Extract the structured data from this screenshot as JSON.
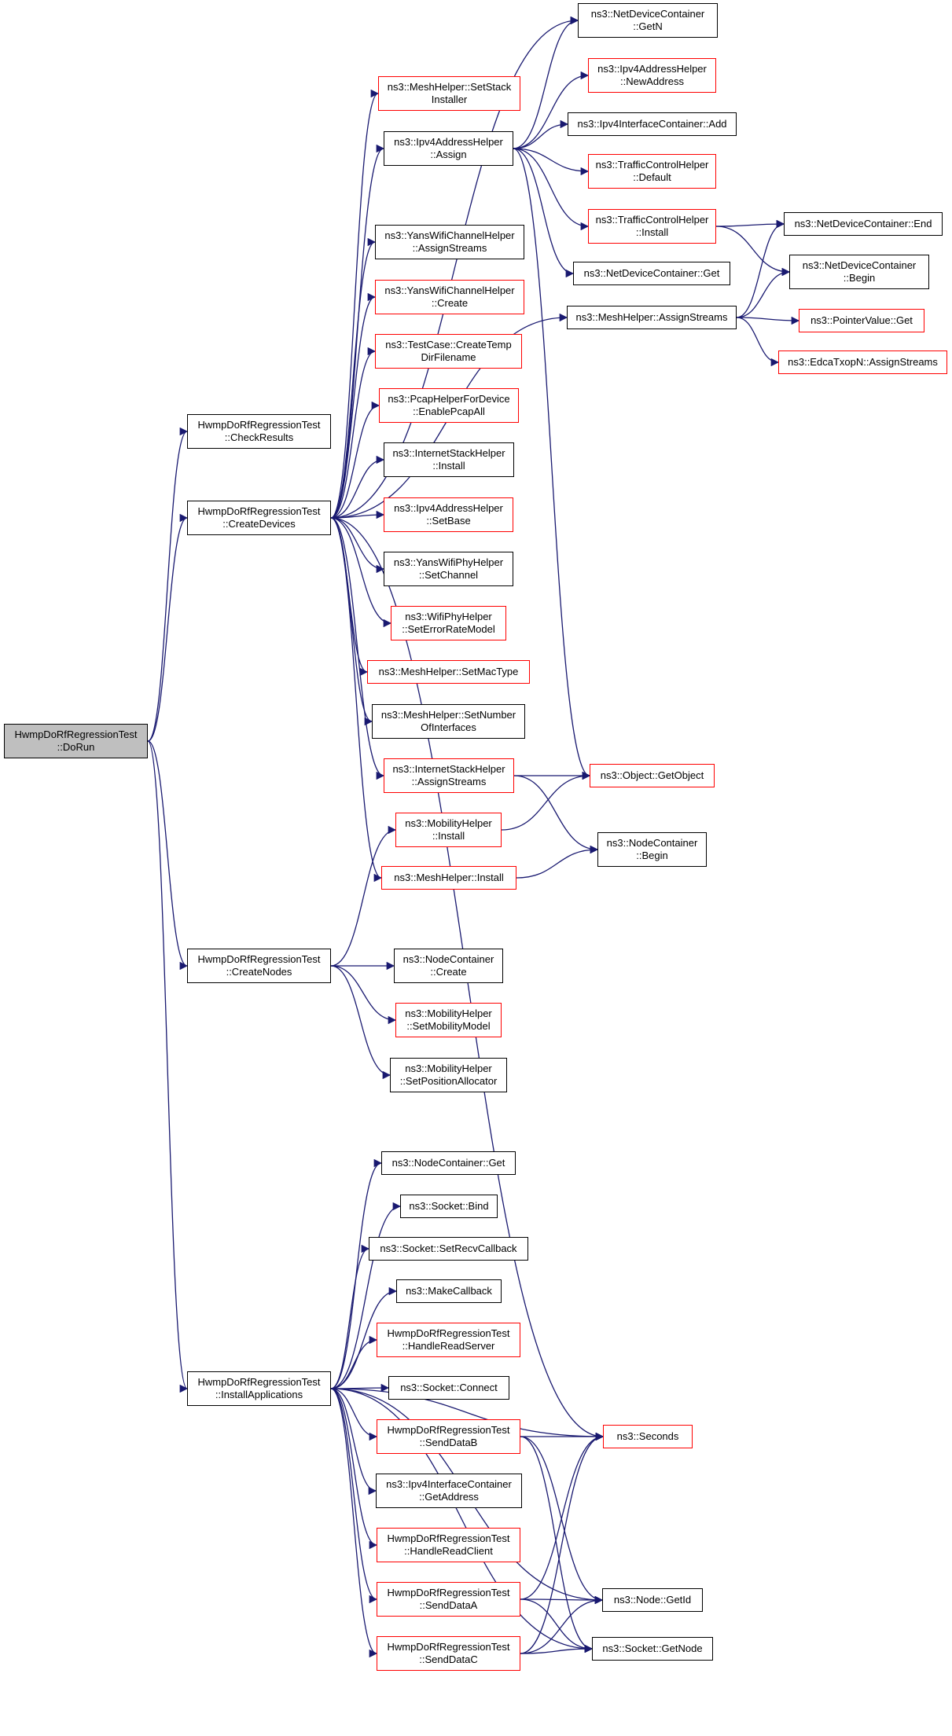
{
  "colors": {
    "edge": "#191970",
    "box_border": "#000000",
    "box_border_linked": "#ff0000",
    "root_fill": "#bfbfbf"
  },
  "nodes": [
    {
      "id": "dorun",
      "lines": [
        "HwmpDoRfRegressionTest",
        "::DoRun"
      ],
      "style": "root"
    },
    {
      "id": "checkresults",
      "lines": [
        "HwmpDoRfRegressionTest",
        "::CheckResults"
      ],
      "style": "plain"
    },
    {
      "id": "createdevices",
      "lines": [
        "HwmpDoRfRegressionTest",
        "::CreateDevices"
      ],
      "style": "plain"
    },
    {
      "id": "createnodes",
      "lines": [
        "HwmpDoRfRegressionTest",
        "::CreateNodes"
      ],
      "style": "plain"
    },
    {
      "id": "installapps",
      "lines": [
        "HwmpDoRfRegressionTest",
        "::InstallApplications"
      ],
      "style": "plain"
    },
    {
      "id": "ndc_getn",
      "lines": [
        "ns3::NetDeviceContainer",
        "::GetN"
      ],
      "style": "plain"
    },
    {
      "id": "mesh_setstack",
      "lines": [
        "ns3::MeshHelper::SetStack",
        "Installer"
      ],
      "style": "linked"
    },
    {
      "id": "ipv4addr_assign",
      "lines": [
        "ns3::Ipv4AddressHelper",
        "::Assign"
      ],
      "style": "plain"
    },
    {
      "id": "ipv4addr_newaddr",
      "lines": [
        "ns3::Ipv4AddressHelper",
        "::NewAddress"
      ],
      "style": "linked"
    },
    {
      "id": "ipv4ic_add",
      "lines": [
        "ns3::Ipv4InterfaceContainer::Add"
      ],
      "style": "plain"
    },
    {
      "id": "tch_default",
      "lines": [
        "ns3::TrafficControlHelper",
        "::Default"
      ],
      "style": "linked"
    },
    {
      "id": "tch_install",
      "lines": [
        "ns3::TrafficControlHelper",
        "::Install"
      ],
      "style": "linked"
    },
    {
      "id": "ndc_end",
      "lines": [
        "ns3::NetDeviceContainer::End"
      ],
      "style": "plain"
    },
    {
      "id": "ndc_begin",
      "lines": [
        "ns3::NetDeviceContainer",
        "::Begin"
      ],
      "style": "plain"
    },
    {
      "id": "ndc_get",
      "lines": [
        "ns3::NetDeviceContainer::Get"
      ],
      "style": "plain"
    },
    {
      "id": "mesh_assignstreams",
      "lines": [
        "ns3::MeshHelper::AssignStreams"
      ],
      "style": "plain"
    },
    {
      "id": "pointervalue_get",
      "lines": [
        "ns3::PointerValue::Get"
      ],
      "style": "linked"
    },
    {
      "id": "edca_assignstreams",
      "lines": [
        "ns3::EdcaTxopN::AssignStreams"
      ],
      "style": "linked"
    },
    {
      "id": "ywch_assignstreams",
      "lines": [
        "ns3::YansWifiChannelHelper",
        "::AssignStreams"
      ],
      "style": "plain"
    },
    {
      "id": "ywch_create",
      "lines": [
        "ns3::YansWifiChannelHelper",
        "::Create"
      ],
      "style": "linked"
    },
    {
      "id": "testcase_tmpdir",
      "lines": [
        "ns3::TestCase::CreateTemp",
        "DirFilename"
      ],
      "style": "linked"
    },
    {
      "id": "pcap_enableall",
      "lines": [
        "ns3::PcapHelperForDevice",
        "::EnablePcapAll"
      ],
      "style": "linked"
    },
    {
      "id": "ish_install",
      "lines": [
        "ns3::InternetStackHelper",
        "::Install"
      ],
      "style": "plain"
    },
    {
      "id": "ipv4addr_setbase",
      "lines": [
        "ns3::Ipv4AddressHelper",
        "::SetBase"
      ],
      "style": "linked"
    },
    {
      "id": "ywph_setchannel",
      "lines": [
        "ns3::YansWifiPhyHelper",
        "::SetChannel"
      ],
      "style": "plain"
    },
    {
      "id": "wph_seterm",
      "lines": [
        "ns3::WifiPhyHelper",
        "::SetErrorRateModel"
      ],
      "style": "linked"
    },
    {
      "id": "mesh_setmactype",
      "lines": [
        "ns3::MeshHelper::SetMacType"
      ],
      "style": "linked"
    },
    {
      "id": "mesh_setnumif",
      "lines": [
        "ns3::MeshHelper::SetNumber",
        "OfInterfaces"
      ],
      "style": "plain"
    },
    {
      "id": "ish_assignstreams",
      "lines": [
        "ns3::InternetStackHelper",
        "::AssignStreams"
      ],
      "style": "linked"
    },
    {
      "id": "object_getobject",
      "lines": [
        "ns3::Object::GetObject"
      ],
      "style": "linked"
    },
    {
      "id": "mobility_install",
      "lines": [
        "ns3::MobilityHelper",
        "::Install"
      ],
      "style": "linked"
    },
    {
      "id": "nc_begin",
      "lines": [
        "ns3::NodeContainer",
        "::Begin"
      ],
      "style": "plain"
    },
    {
      "id": "mesh_install",
      "lines": [
        "ns3::MeshHelper::Install"
      ],
      "style": "linked"
    },
    {
      "id": "nc_create",
      "lines": [
        "ns3::NodeContainer",
        "::Create"
      ],
      "style": "plain"
    },
    {
      "id": "mobility_setmodel",
      "lines": [
        "ns3::MobilityHelper",
        "::SetMobilityModel"
      ],
      "style": "linked"
    },
    {
      "id": "mobility_setposalloc",
      "lines": [
        "ns3::MobilityHelper",
        "::SetPositionAllocator"
      ],
      "style": "plain"
    },
    {
      "id": "nc_get",
      "lines": [
        "ns3::NodeContainer::Get"
      ],
      "style": "plain"
    },
    {
      "id": "socket_bind",
      "lines": [
        "ns3::Socket::Bind"
      ],
      "style": "plain"
    },
    {
      "id": "socket_setrecvcb",
      "lines": [
        "ns3::Socket::SetRecvCallback"
      ],
      "style": "plain"
    },
    {
      "id": "makecallback",
      "lines": [
        "ns3::MakeCallback"
      ],
      "style": "plain"
    },
    {
      "id": "handlereadserver",
      "lines": [
        "HwmpDoRfRegressionTest",
        "::HandleReadServer"
      ],
      "style": "linked"
    },
    {
      "id": "socket_connect",
      "lines": [
        "ns3::Socket::Connect"
      ],
      "style": "plain"
    },
    {
      "id": "senddatab",
      "lines": [
        "HwmpDoRfRegressionTest",
        "::SendDataB"
      ],
      "style": "linked"
    },
    {
      "id": "seconds",
      "lines": [
        "ns3::Seconds"
      ],
      "style": "linked"
    },
    {
      "id": "ipv4ic_getaddress",
      "lines": [
        "ns3::Ipv4InterfaceContainer",
        "::GetAddress"
      ],
      "style": "plain"
    },
    {
      "id": "handlereadclient",
      "lines": [
        "HwmpDoRfRegressionTest",
        "::HandleReadClient"
      ],
      "style": "linked"
    },
    {
      "id": "senddataa",
      "lines": [
        "HwmpDoRfRegressionTest",
        "::SendDataA"
      ],
      "style": "linked"
    },
    {
      "id": "node_getid",
      "lines": [
        "ns3::Node::GetId"
      ],
      "style": "plain"
    },
    {
      "id": "senddatac",
      "lines": [
        "HwmpDoRfRegressionTest",
        "::SendDataC"
      ],
      "style": "linked"
    },
    {
      "id": "socket_getnode",
      "lines": [
        "ns3::Socket::GetNode"
      ],
      "style": "plain"
    }
  ],
  "edges": [
    [
      "dorun",
      "checkresults"
    ],
    [
      "dorun",
      "createdevices"
    ],
    [
      "dorun",
      "createnodes"
    ],
    [
      "dorun",
      "installapps"
    ],
    [
      "createdevices",
      "ndc_getn"
    ],
    [
      "createdevices",
      "mesh_setstack"
    ],
    [
      "createdevices",
      "ipv4addr_assign"
    ],
    [
      "createdevices",
      "mesh_assignstreams"
    ],
    [
      "createdevices",
      "ywch_assignstreams"
    ],
    [
      "createdevices",
      "ywch_create"
    ],
    [
      "createdevices",
      "testcase_tmpdir"
    ],
    [
      "createdevices",
      "pcap_enableall"
    ],
    [
      "createdevices",
      "ish_install"
    ],
    [
      "createdevices",
      "ipv4addr_setbase"
    ],
    [
      "createdevices",
      "ywph_setchannel"
    ],
    [
      "createdevices",
      "wph_seterm"
    ],
    [
      "createdevices",
      "mesh_setmactype"
    ],
    [
      "createdevices",
      "mesh_setnumif"
    ],
    [
      "createdevices",
      "ish_assignstreams"
    ],
    [
      "createdevices",
      "mesh_install"
    ],
    [
      "createdevices",
      "seconds"
    ],
    [
      "ipv4addr_assign",
      "ndc_getn"
    ],
    [
      "ipv4addr_assign",
      "ipv4addr_newaddr"
    ],
    [
      "ipv4addr_assign",
      "ipv4ic_add"
    ],
    [
      "ipv4addr_assign",
      "tch_default"
    ],
    [
      "ipv4addr_assign",
      "tch_install"
    ],
    [
      "ipv4addr_assign",
      "ndc_get"
    ],
    [
      "ipv4addr_assign",
      "object_getobject"
    ],
    [
      "tch_install",
      "ndc_end"
    ],
    [
      "tch_install",
      "ndc_begin"
    ],
    [
      "mesh_assignstreams",
      "ndc_end"
    ],
    [
      "mesh_assignstreams",
      "ndc_begin"
    ],
    [
      "mesh_assignstreams",
      "pointervalue_get"
    ],
    [
      "mesh_assignstreams",
      "edca_assignstreams"
    ],
    [
      "ish_assignstreams",
      "object_getobject"
    ],
    [
      "ish_assignstreams",
      "nc_begin"
    ],
    [
      "mobility_install",
      "object_getobject"
    ],
    [
      "mesh_install",
      "nc_begin"
    ],
    [
      "createnodes",
      "mobility_install"
    ],
    [
      "createnodes",
      "nc_create"
    ],
    [
      "createnodes",
      "mobility_setmodel"
    ],
    [
      "createnodes",
      "mobility_setposalloc"
    ],
    [
      "installapps",
      "nc_get"
    ],
    [
      "installapps",
      "socket_bind"
    ],
    [
      "installapps",
      "socket_setrecvcb"
    ],
    [
      "installapps",
      "makecallback"
    ],
    [
      "installapps",
      "handlereadserver"
    ],
    [
      "installapps",
      "socket_connect"
    ],
    [
      "installapps",
      "senddatab"
    ],
    [
      "installapps",
      "ipv4ic_getaddress"
    ],
    [
      "installapps",
      "handlereadclient"
    ],
    [
      "installapps",
      "senddataa"
    ],
    [
      "installapps",
      "senddatac"
    ],
    [
      "installapps",
      "seconds"
    ],
    [
      "installapps",
      "node_getid"
    ],
    [
      "installapps",
      "socket_getnode"
    ],
    [
      "senddatab",
      "seconds"
    ],
    [
      "senddatab",
      "node_getid"
    ],
    [
      "senddatab",
      "socket_getnode"
    ],
    [
      "senddataa",
      "seconds"
    ],
    [
      "senddataa",
      "node_getid"
    ],
    [
      "senddataa",
      "socket_getnode"
    ],
    [
      "senddatac",
      "seconds"
    ],
    [
      "senddatac",
      "node_getid"
    ],
    [
      "senddatac",
      "socket_getnode"
    ]
  ]
}
